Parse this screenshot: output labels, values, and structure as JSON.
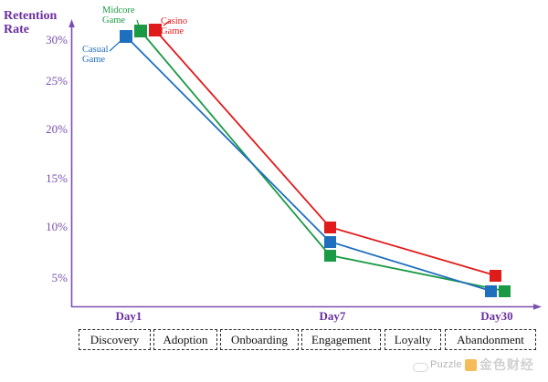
{
  "chart_data": {
    "type": "line",
    "title": "",
    "ylabel": "Retention Rate",
    "xlabel": "",
    "ylim": [
      0,
      32
    ],
    "grid": false,
    "legend_position": "inline-annotations",
    "categories": [
      "Day1",
      "Day7",
      "Day30"
    ],
    "ytick_labels": [
      "30%",
      "25%",
      "20%",
      "15%",
      "10%",
      "5%"
    ],
    "ytick_values": [
      30,
      25,
      20,
      15,
      10,
      5
    ],
    "series": [
      {
        "name": "Casual Game",
        "color": "#1f6fbf",
        "values": [
          29.5,
          8.8,
          4.2
        ]
      },
      {
        "name": "Midcore Game",
        "color": "#1a9a44",
        "values": [
          30.4,
          7.4,
          4.2
        ]
      },
      {
        "name": "Casino Game",
        "color": "#e01b1b",
        "values": [
          30.8,
          10.3,
          5.3
        ]
      }
    ],
    "annotations": [
      {
        "text_lines": [
          "Casual",
          "Game"
        ],
        "color": "#1f6fbf"
      },
      {
        "text_lines": [
          "Midcore",
          "Game"
        ],
        "color": "#1a9a44"
      },
      {
        "text_lines": [
          "Casino",
          "Game"
        ],
        "color": "#e01b1b"
      }
    ],
    "stages": [
      "Discovery",
      "Adoption",
      "Onboarding",
      "Engagement",
      "Loyalty",
      "Abandonment"
    ]
  },
  "axis": {
    "title_line1": "Retention",
    "title_line2": "Rate",
    "color": "#7b4fb0",
    "label_color": "#6a2fa0"
  },
  "yticks": [
    {
      "label": "30%"
    },
    {
      "label": "25%"
    },
    {
      "label": "20%"
    },
    {
      "label": "15%"
    },
    {
      "label": "10%"
    },
    {
      "label": "5%"
    }
  ],
  "xdays": [
    {
      "label": "Day1"
    },
    {
      "label": "Day7"
    },
    {
      "label": "Day30"
    }
  ],
  "stages": [
    {
      "label": "Discovery"
    },
    {
      "label": "Adoption"
    },
    {
      "label": "Onboarding"
    },
    {
      "label": "Engagement"
    },
    {
      "label": "Loyalty"
    },
    {
      "label": "Abandonment"
    }
  ],
  "series_labels": [
    {
      "line1": "Casual",
      "line2": "Game"
    },
    {
      "line1": "Midcore",
      "line2": "Game"
    },
    {
      "line1": "Casino",
      "line2": "Game"
    }
  ],
  "watermark": {
    "brand": "Puzzle",
    "cn": "金色财经"
  },
  "colors": {
    "casual": "#1f6fbf",
    "midcore": "#1a9a44",
    "casino": "#e01b1b",
    "axis_purple": "#7b4fb0",
    "label_purple": "#6a2fa0"
  }
}
